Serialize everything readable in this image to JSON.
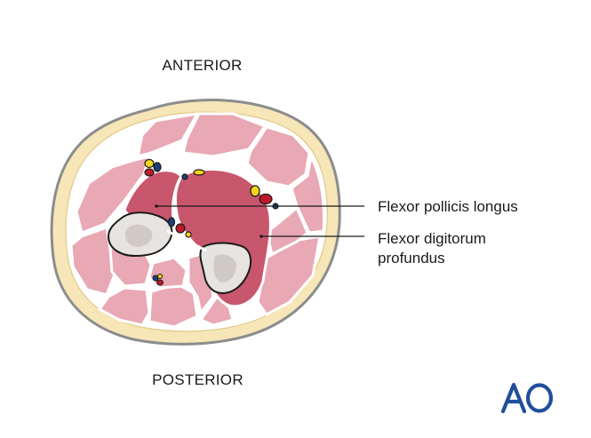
{
  "orientation": {
    "anterior": "ANTERIOR",
    "posterior": "POSTERIOR"
  },
  "labels": {
    "flexor_pollicis_longus": "Flexor pollicis longus",
    "flexor_digitorum_profundus_line1": "Flexor digitorum",
    "flexor_digitorum_profundus_line2": "profundus"
  },
  "logo": {
    "text": "AO"
  },
  "colors": {
    "skin_outline": "#8c8c8c",
    "subcutaneous_fat": "#f6e6b8",
    "muscle_light": "#e8a8b4",
    "muscle_highlight": "#c8566c",
    "bone": "#e6e3e0",
    "bone_marrow": "#cfcac6",
    "artery": "#c0182b",
    "vein": "#1f3f7a",
    "nerve": "#f5d51c",
    "logo_blue": "#1f4f9c"
  }
}
